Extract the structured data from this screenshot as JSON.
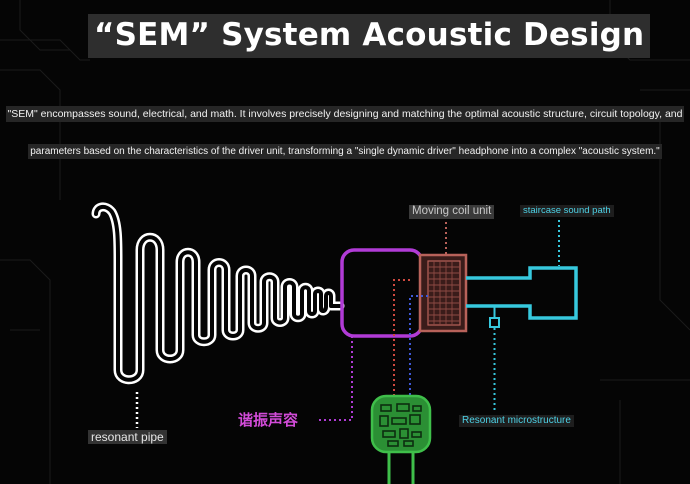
{
  "title": "“SEM” System Acoustic Design",
  "description": {
    "line1": "\"SEM\" encompasses sound, electrical, and math. It involves precisely designing and matching the optimal acoustic structure, circuit topology, and",
    "line2": "parameters based on the characteristics of the driver unit, transforming a \"single dynamic driver\" headphone into a complex \"acoustic system.\""
  },
  "labels": {
    "moving_coil_unit": "Moving coil unit",
    "staircase_sound_path": "staircase sound path",
    "resonant_pipe": "resonant pipe",
    "resonant_microstructure": "Resonant microstructure",
    "resonant_capacitance_cn": "谐振声容"
  },
  "colors": {
    "background": "#050505",
    "pipe": "#ffffff",
    "coil_box": "#b13bd6",
    "driver": "#b8625a",
    "sound_path": "#37c9de",
    "circuit": "#3fbf4a",
    "wire_blue": "#3f59d8",
    "wire_red": "#d0493f"
  }
}
